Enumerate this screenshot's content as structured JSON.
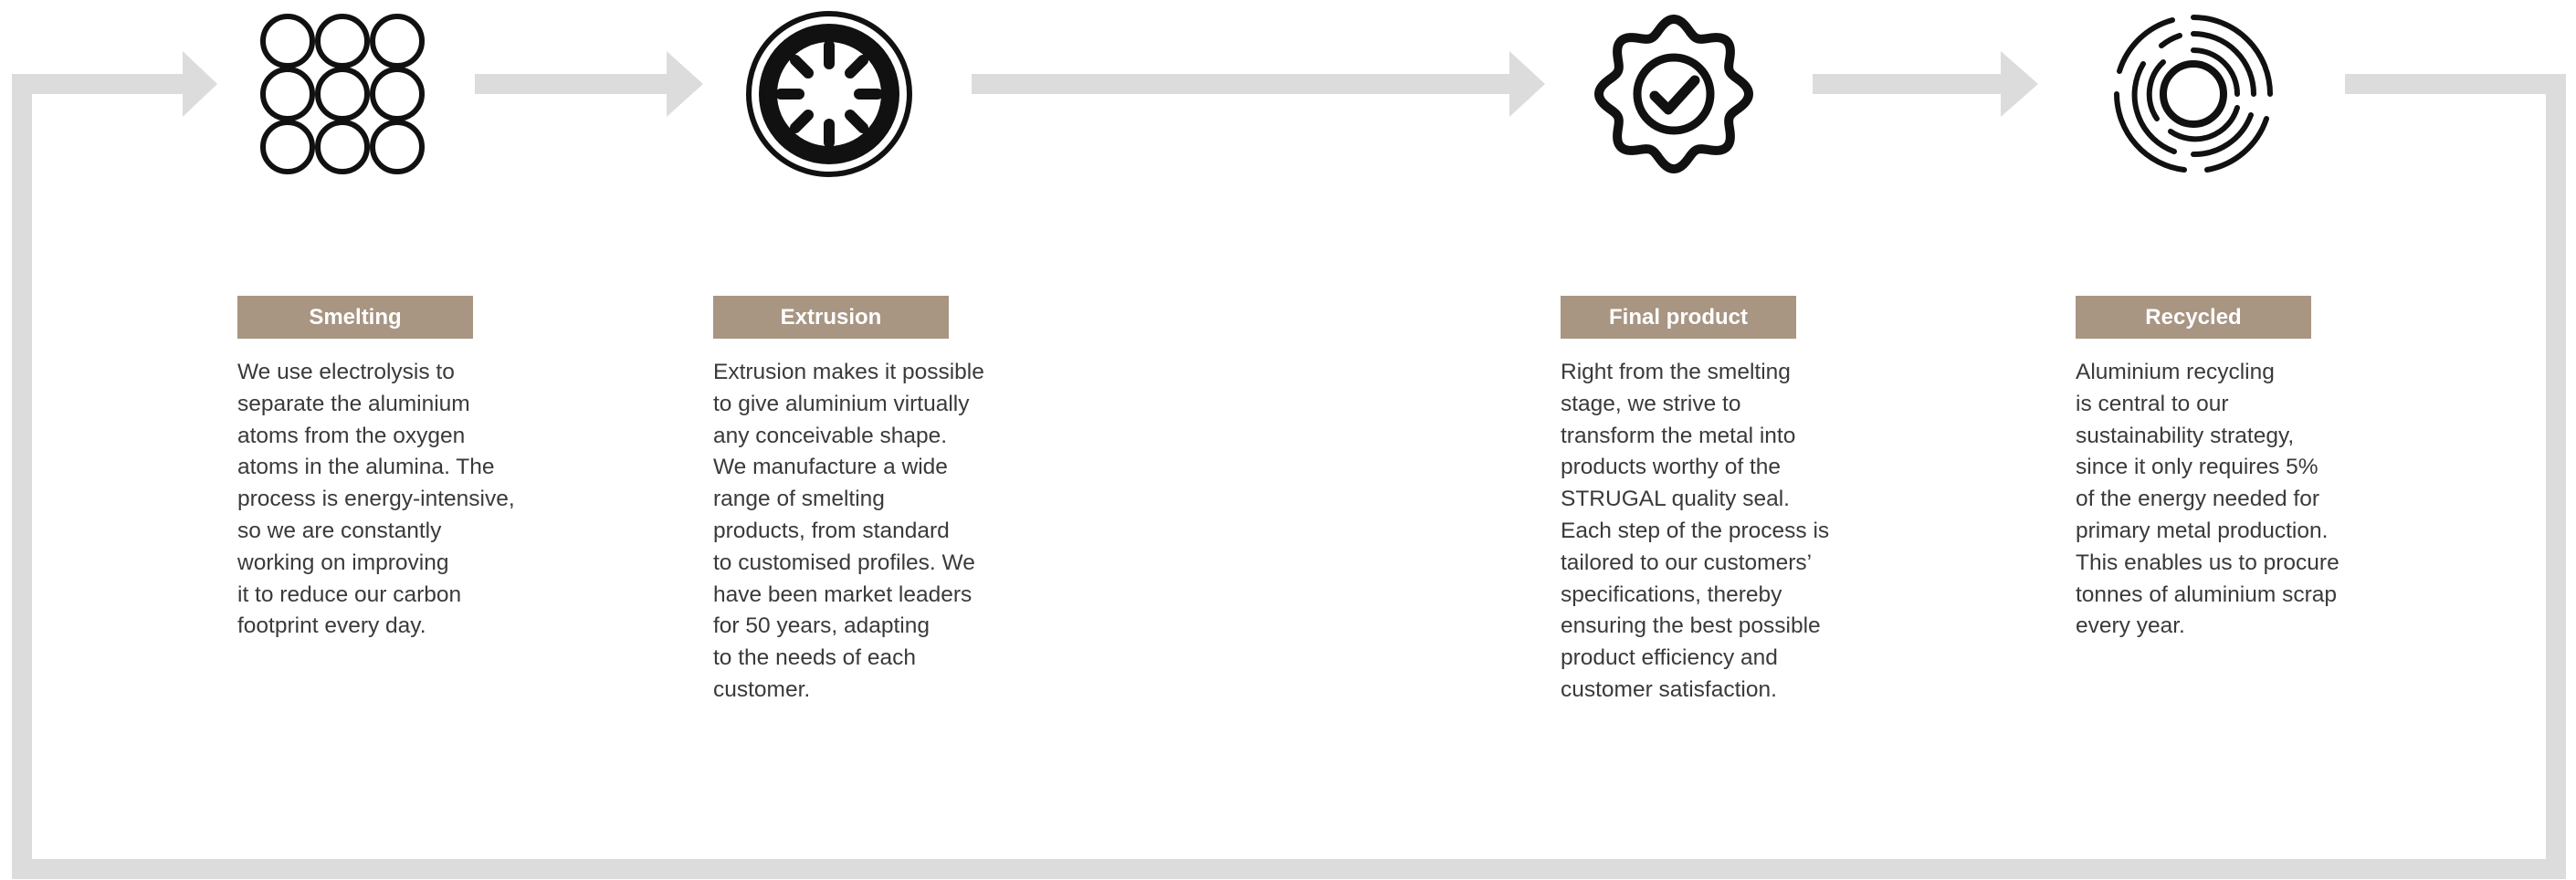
{
  "colors": {
    "connector": "#dcdcdc",
    "label_background": "#a89582",
    "icon": "#111111",
    "text": "#3a3a3a"
  },
  "stages": [
    {
      "title": "Smelting",
      "icon": "circle-grid-icon",
      "description": "We use electrolysis to\nseparate the aluminium\natoms from the oxygen\natoms in the alumina. The\nprocess is energy-intensive,\nso we are constantly\nworking on improving\nit to reduce our carbon\nfootprint every day."
    },
    {
      "title": "Extrusion",
      "icon": "die-icon",
      "description": "Extrusion makes it possible\nto give aluminium virtually\nany conceivable shape.\nWe manufacture a wide\nrange of smelting\nproducts, from standard\nto customised profiles. We\nhave been market leaders\nfor 50 years, adapting\nto the needs of each\ncustomer."
    },
    {
      "title": "Final product",
      "icon": "quality-seal-check-icon",
      "description": "Right from the smelting\nstage, we strive to\ntransform the metal into\nproducts worthy of the\nSTRUGAL quality seal.\nEach step of the process is\ntailored to our customers’\nspecifications, thereby\nensuring the best possible\nproduct efficiency and\ncustomer satisfaction."
    },
    {
      "title": "Recycled",
      "icon": "recycling-rings-icon",
      "description": "Aluminium recycling\nis central to our\nsustainability strategy,\nsince it only requires 5%\nof the energy needed for\nprimary metal production.\nThis enables us to procure\ntonnes of aluminium scrap\nevery year."
    }
  ]
}
